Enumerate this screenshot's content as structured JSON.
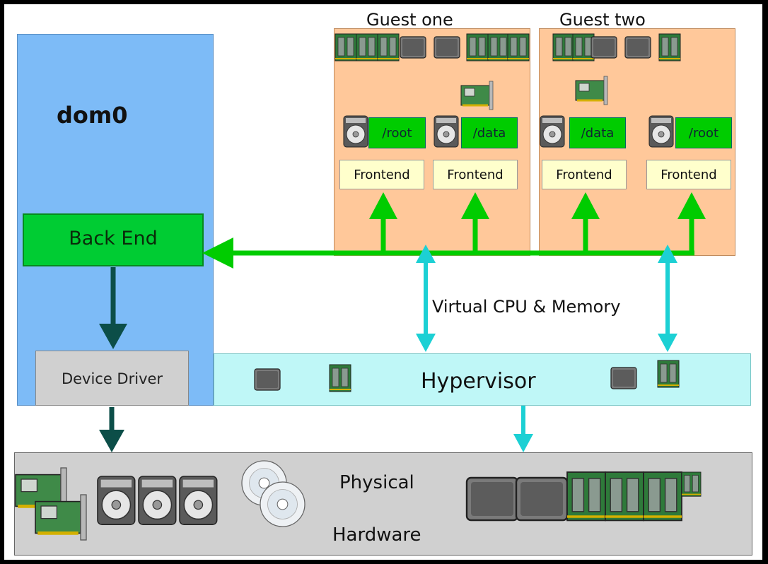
{
  "dom0": {
    "label": "dom0",
    "color": "#7dbbf7"
  },
  "back_end": {
    "label": "Back End",
    "color": "#00cc33"
  },
  "device_driver": {
    "label": "Device Driver"
  },
  "guests": [
    {
      "title": "Guest one",
      "disks": [
        {
          "label": "/root"
        },
        {
          "label": "/data"
        }
      ],
      "frontends": [
        "Frontend",
        "Frontend"
      ]
    },
    {
      "title": "Guest two",
      "disks": [
        {
          "label": "/data"
        },
        {
          "label": "/root"
        }
      ],
      "frontends": [
        "Frontend",
        "Frontend"
      ]
    }
  ],
  "vcpu_label": "Virtual CPU & Memory",
  "hypervisor": {
    "label": "Hypervisor",
    "color": "#bff7f7"
  },
  "hardware": {
    "line1": "Physical",
    "line2": "Hardware"
  },
  "colors": {
    "guest_bg": "#ffc89a",
    "green": "#00cc00",
    "cyan": "#1cd0d4",
    "dark_teal": "#0c4e48",
    "frontend_bg": "#ffffcc",
    "hardware_bg": "#d0d0d0"
  },
  "icons": [
    "memory-chip-icon",
    "cpu-chip-icon",
    "network-card-icon",
    "hard-disk-icon",
    "cd-disc-icon"
  ]
}
